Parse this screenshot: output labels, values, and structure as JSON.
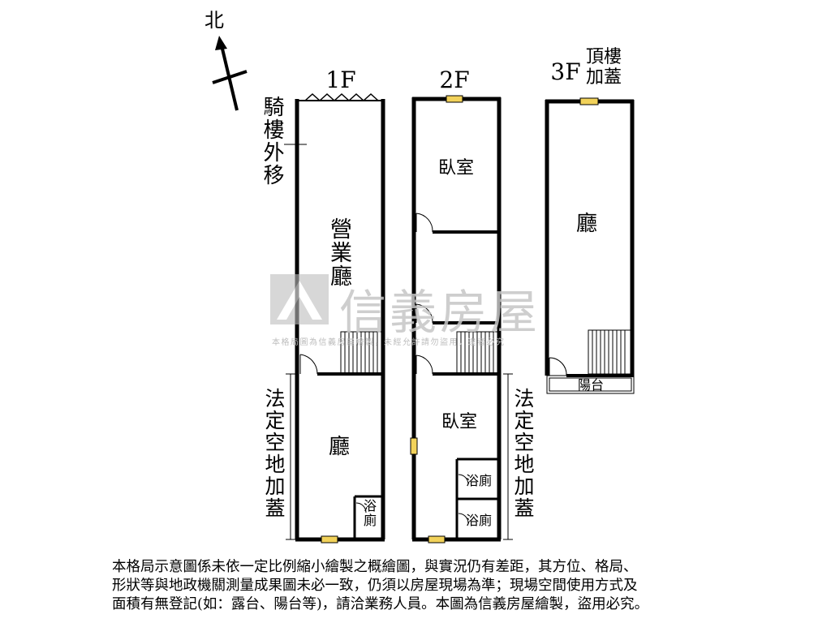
{
  "compass": {
    "north_label": "北"
  },
  "floors": {
    "f1": {
      "label": "1F",
      "rooms": {
        "business_hall": "營業廳",
        "hall": "廳",
        "bath": "浴廁"
      }
    },
    "f2": {
      "label": "2F",
      "rooms": {
        "bedroom_top": "臥室",
        "bedroom_bottom": "臥室",
        "bath_1": "浴廁",
        "bath_2": "浴廁"
      }
    },
    "f3": {
      "label": "3F",
      "note": "頂樓加蓋",
      "rooms": {
        "hall": "廳",
        "balcony": "陽台"
      }
    }
  },
  "side_notes": {
    "arcade_moved_out": "騎樓外移",
    "legal_open_space_left": "法定空地加蓋",
    "legal_open_space_right": "法定空地加蓋"
  },
  "watermark": {
    "brand": "信義房屋",
    "notice": "本格局圖為信義房屋繪製，未經允許請勿盜用，違者必究"
  },
  "disclaimer": {
    "line1": "本格局示意圖係未依一定比例縮小繪製之概繪圖，與實況仍有差距，其方位、格局、",
    "line2": "形狀等與地政機關測量成果圖未必一致，仍須以房屋現場為準；現場空間使用方式及",
    "line3": "面積有無登記(如：露台、陽台等)，請洽業務人員。本圖為信義房屋繪製，盜用必究。"
  },
  "colors": {
    "wall": "#000000",
    "window": "#f2d25a",
    "watermark": "#c6c6c6"
  }
}
